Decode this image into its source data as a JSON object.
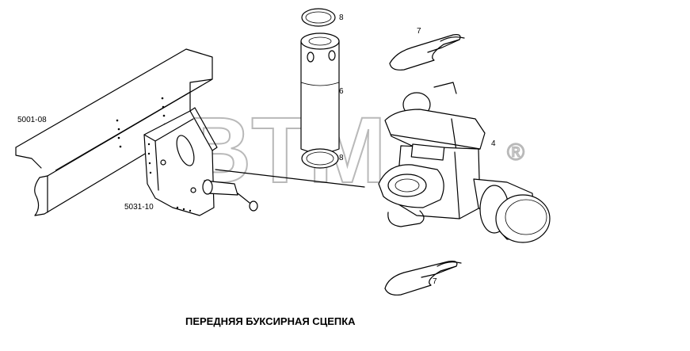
{
  "title": "ПЕРЕДНЯЯ БУКСИРНАЯ СЦЕПКА",
  "watermark": {
    "text": "BTM",
    "registered": "®"
  },
  "callouts": {
    "ring_top": "8",
    "pin": "6",
    "ring_bottom": "8",
    "cotter_top": "7",
    "hook_body": "4",
    "cotter_bottom": "7",
    "frame": "5001-08",
    "bracket": "5031-10"
  }
}
